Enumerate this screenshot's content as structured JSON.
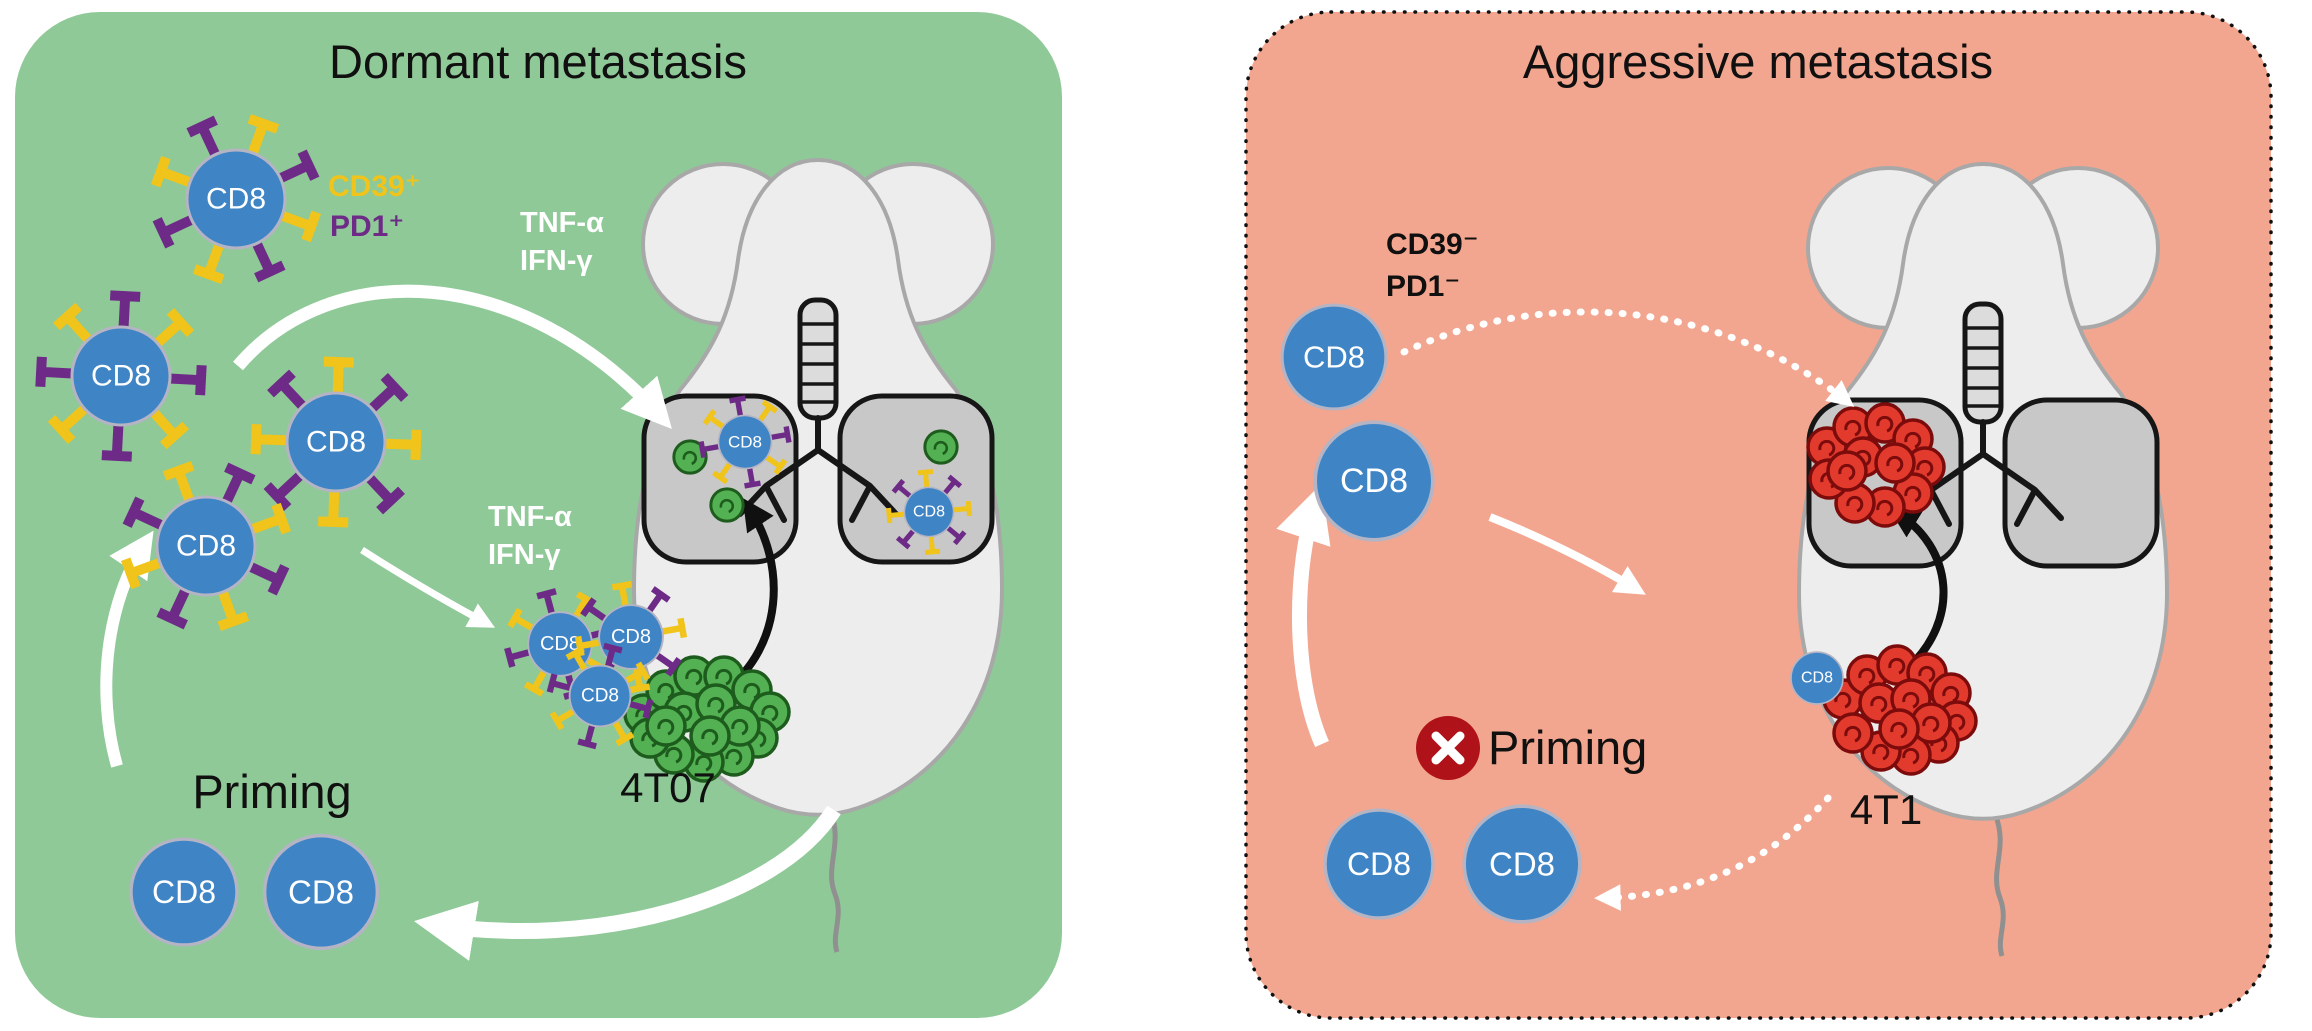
{
  "shared": {
    "cd8": "CD8",
    "colors": {
      "cd8_cell": "#3f85c6"
    }
  },
  "left": {
    "title": "Dormant metastasis",
    "cd39": "CD39⁺",
    "pd1": "PD1⁺",
    "tnf": "TNF-α",
    "ifn": "IFN-γ",
    "priming": "Priming",
    "tumor": "4T07",
    "colors": {
      "panel": "#8fc997",
      "cd39": "#f0c41a",
      "pd1": "#6d2b87",
      "tumor_cell": "#53b153"
    }
  },
  "right": {
    "title": "Aggressive metastasis",
    "cd39": "CD39⁻",
    "pd1": "PD1⁻",
    "priming": "Priming",
    "tumor": "4T1",
    "colors": {
      "panel": "#f3a68f",
      "tumor_cell": "#e23b2e"
    }
  }
}
